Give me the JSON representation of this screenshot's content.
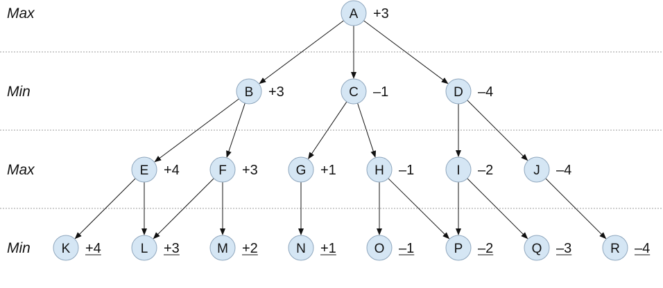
{
  "levels": [
    {
      "label": "Max"
    },
    {
      "label": "Min"
    },
    {
      "label": "Max"
    },
    {
      "label": "Min"
    }
  ],
  "nodes": [
    {
      "id": "A",
      "value": "+3",
      "level": 0,
      "leaf": false
    },
    {
      "id": "B",
      "value": "+3",
      "level": 1,
      "leaf": false
    },
    {
      "id": "C",
      "value": "–1",
      "level": 1,
      "leaf": false
    },
    {
      "id": "D",
      "value": "–4",
      "level": 1,
      "leaf": false
    },
    {
      "id": "E",
      "value": "+4",
      "level": 2,
      "leaf": false
    },
    {
      "id": "F",
      "value": "+3",
      "level": 2,
      "leaf": false
    },
    {
      "id": "G",
      "value": "+1",
      "level": 2,
      "leaf": false
    },
    {
      "id": "H",
      "value": "–1",
      "level": 2,
      "leaf": false
    },
    {
      "id": "I",
      "value": "–2",
      "level": 2,
      "leaf": false
    },
    {
      "id": "J",
      "value": "–4",
      "level": 2,
      "leaf": false
    },
    {
      "id": "K",
      "value": "+4",
      "level": 3,
      "leaf": true
    },
    {
      "id": "L",
      "value": "+3",
      "level": 3,
      "leaf": true
    },
    {
      "id": "M",
      "value": "+2",
      "level": 3,
      "leaf": true
    },
    {
      "id": "N",
      "value": "+1",
      "level": 3,
      "leaf": true
    },
    {
      "id": "O",
      "value": "–1",
      "level": 3,
      "leaf": true
    },
    {
      "id": "P",
      "value": "–2",
      "level": 3,
      "leaf": true
    },
    {
      "id": "Q",
      "value": "–3",
      "level": 3,
      "leaf": true
    },
    {
      "id": "R",
      "value": "–4",
      "level": 3,
      "leaf": true
    }
  ],
  "edges": [
    [
      "A",
      "B"
    ],
    [
      "A",
      "C"
    ],
    [
      "A",
      "D"
    ],
    [
      "B",
      "E"
    ],
    [
      "B",
      "F"
    ],
    [
      "C",
      "G"
    ],
    [
      "C",
      "H"
    ],
    [
      "D",
      "I"
    ],
    [
      "D",
      "J"
    ],
    [
      "E",
      "K"
    ],
    [
      "E",
      "L"
    ],
    [
      "F",
      "L"
    ],
    [
      "F",
      "M"
    ],
    [
      "G",
      "N"
    ],
    [
      "H",
      "O"
    ],
    [
      "H",
      "P"
    ],
    [
      "I",
      "P"
    ],
    [
      "I",
      "Q"
    ],
    [
      "J",
      "R"
    ]
  ],
  "colors": {
    "node_fill": "#d5e6f4",
    "node_stroke": "#8ea6bd",
    "edge": "#111111",
    "divider": "#999999"
  }
}
